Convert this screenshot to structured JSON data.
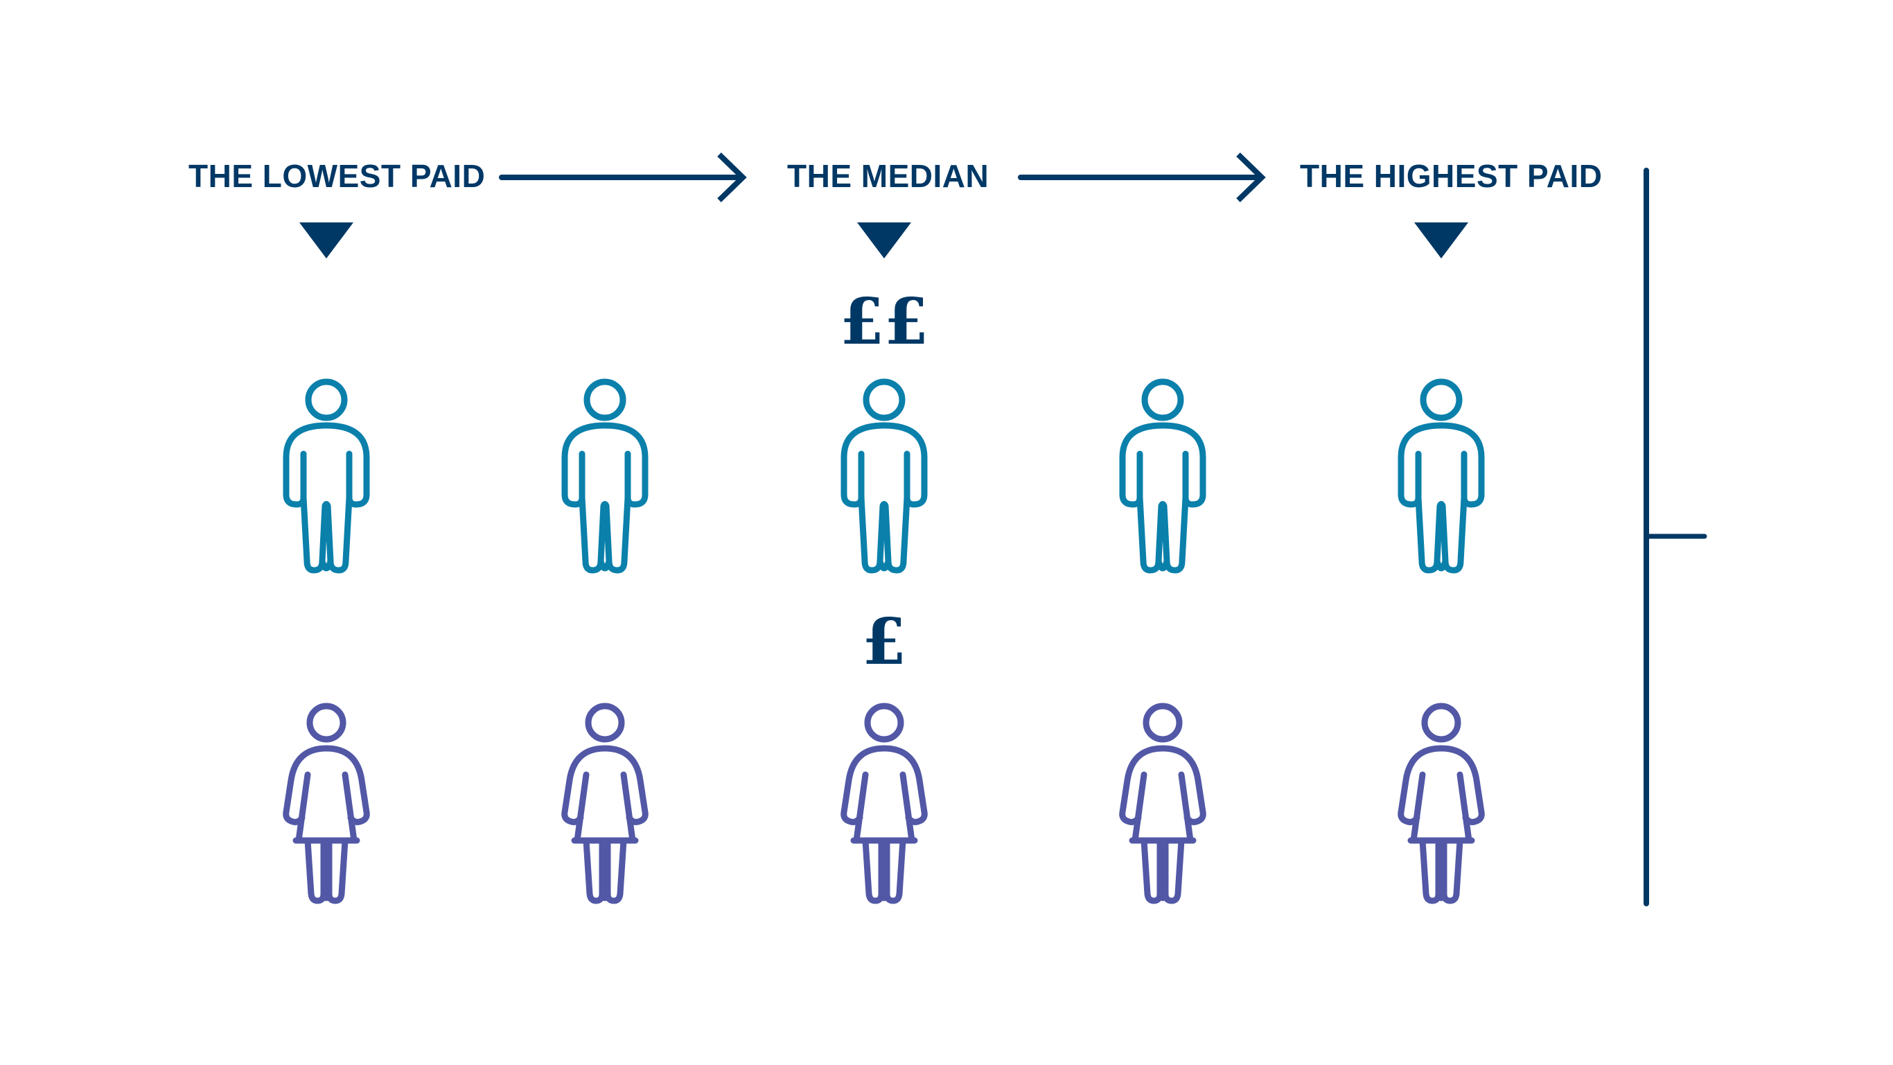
{
  "labels": {
    "lowest": "THE LOWEST PAID",
    "median": "THE MEDIAN",
    "highest": "THE HIGHEST PAID"
  },
  "pay_markers": {
    "men_median": "££",
    "women_median": "£"
  },
  "colors": {
    "navy": "#003865",
    "men": "#0a80ab",
    "women": "#5258a6"
  },
  "rows": [
    {
      "group": "men",
      "count": 5
    },
    {
      "group": "women",
      "count": 5
    }
  ],
  "icons": [
    "arrow-right-icon",
    "arrow-right-icon",
    "triangle-down-icon",
    "man-icon",
    "woman-icon",
    "bracket-icon"
  ]
}
